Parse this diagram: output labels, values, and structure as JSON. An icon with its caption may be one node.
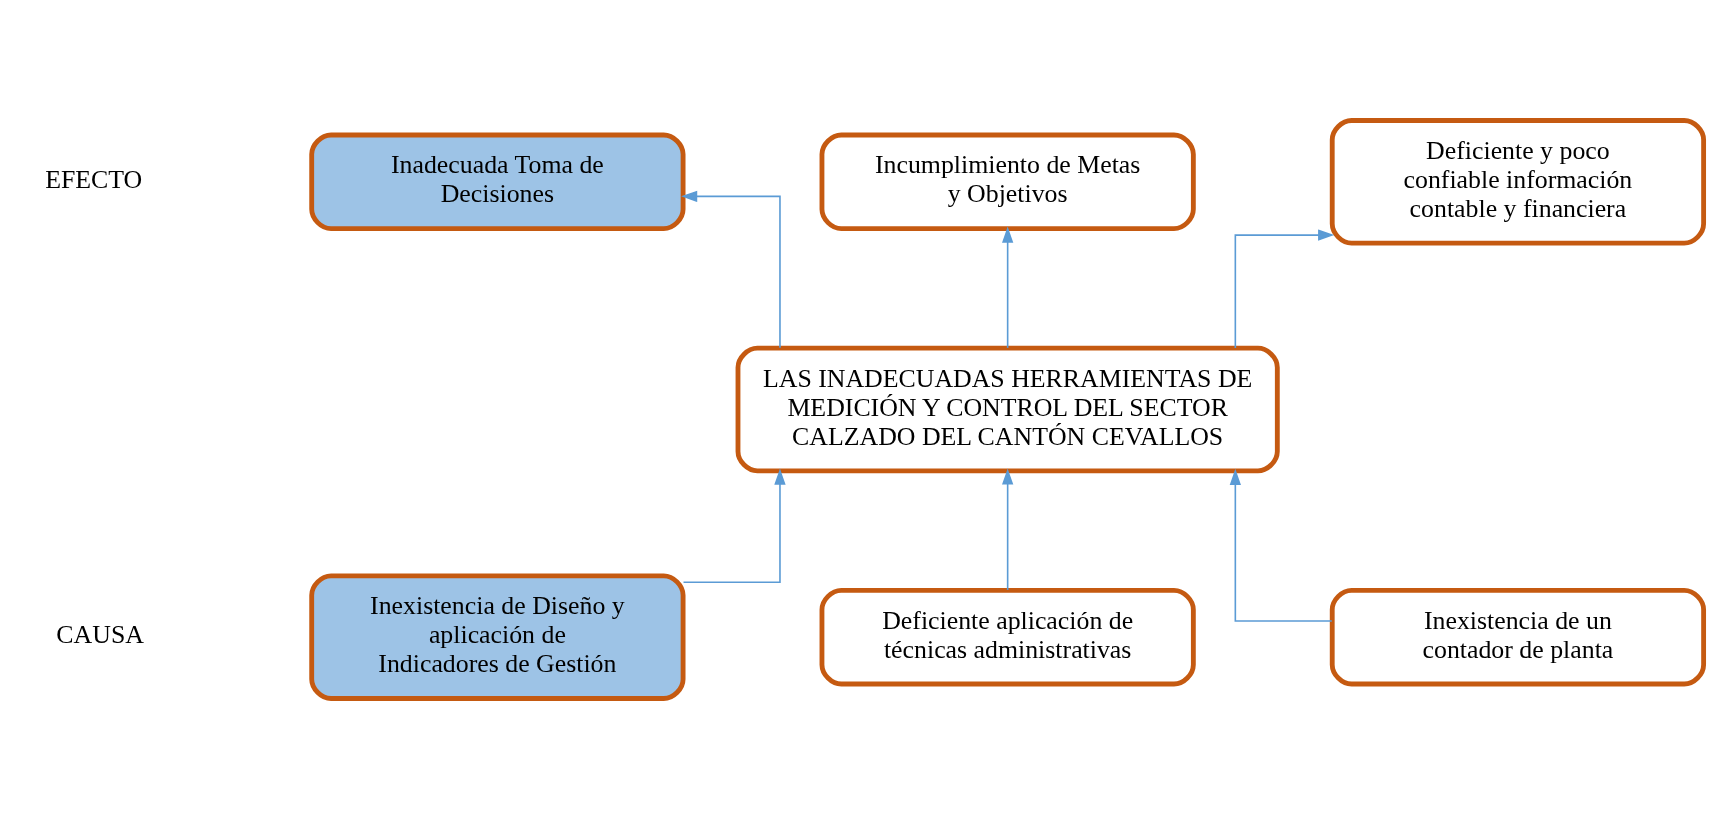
{
  "diagram": {
    "nodes": [
      {
        "text": [
          "Inadecuada Toma de Decisiones"
        ]
      },
      {
        "text": [
          "Incumplimiento de Metas y Objetivos"
        ]
      },
      {
        "text": [
          "Deficiente y poco confiable información contable y financiera"
        ]
      },
      {
        "text": [
          "LAS INADECUADAS HERRAMIENTAS DE MEDICIÓN Y CONTROL DEL SECTOR CALZADO DEL CANTÓN CEVALLOS"
        ]
      },
      {
        "text": [
          "Inexistencia de Diseño y aplicación de Indicadores de Gestión"
        ]
      },
      {
        "text": [
          "Deficiente aplicación de técnicas administrativas"
        ]
      },
      {
        "text": [
          "Inexistencia de un contador de planta"
        ]
      }
    ],
    "edges": [
      {
        "from": 3,
        "to": 0,
        "arrow": "to"
      },
      {
        "from": 3,
        "to": 1,
        "arrow": "to"
      },
      {
        "from": 3,
        "to": 2,
        "arrow": "to"
      },
      {
        "from": 4,
        "to": 3,
        "arrow": "to"
      },
      {
        "from": 5,
        "to": 3,
        "arrow": "to"
      },
      {
        "from": 6,
        "to": 3,
        "arrow": "to"
      }
    ],
    "labels": [
      "EFECTO",
      "CAUSA"
    ]
  }
}
